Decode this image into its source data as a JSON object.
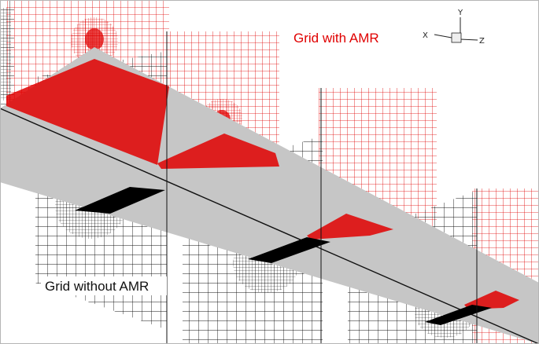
{
  "labels": {
    "amr": "Grid with AMR",
    "no_amr": "Grid without AMR"
  },
  "axes_triad": {
    "x": "X",
    "y": "Y",
    "z": "Z"
  },
  "colors": {
    "amr_grid": "#e00000",
    "base_grid": "#111111",
    "wing_surface": "#c6c6c6",
    "background": "#ffffff"
  }
}
